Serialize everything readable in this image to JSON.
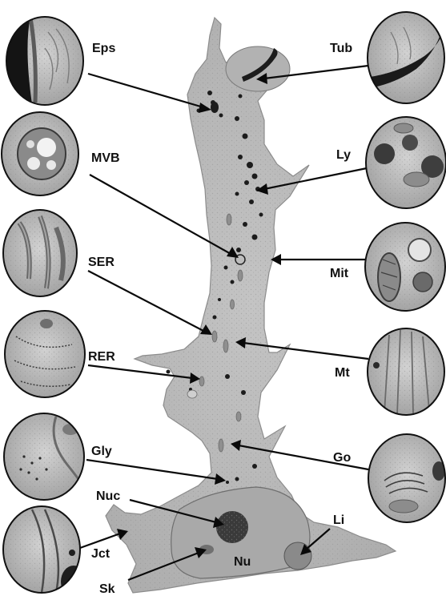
{
  "figure": {
    "labels": {
      "eps": "Eps",
      "tub": "Tub",
      "mvb": "MVB",
      "ly": "Ly",
      "ser": "SER",
      "mit": "Mit",
      "rer": "RER",
      "mt": "Mt",
      "gly": "Gly",
      "go": "Go",
      "nuc": "Nuc",
      "li": "Li",
      "jct": "Jct",
      "nu": "Nu",
      "sk": "Sk"
    },
    "colors": {
      "cell_fill": "#b9b9b9",
      "cell_edge": "#8c8c8c",
      "nucleus_fill": "#a9a9a9",
      "dense_granules": "#1c1c1c",
      "inset_background": "#c4c4c4",
      "arrow": "#0a0a0a"
    }
  }
}
